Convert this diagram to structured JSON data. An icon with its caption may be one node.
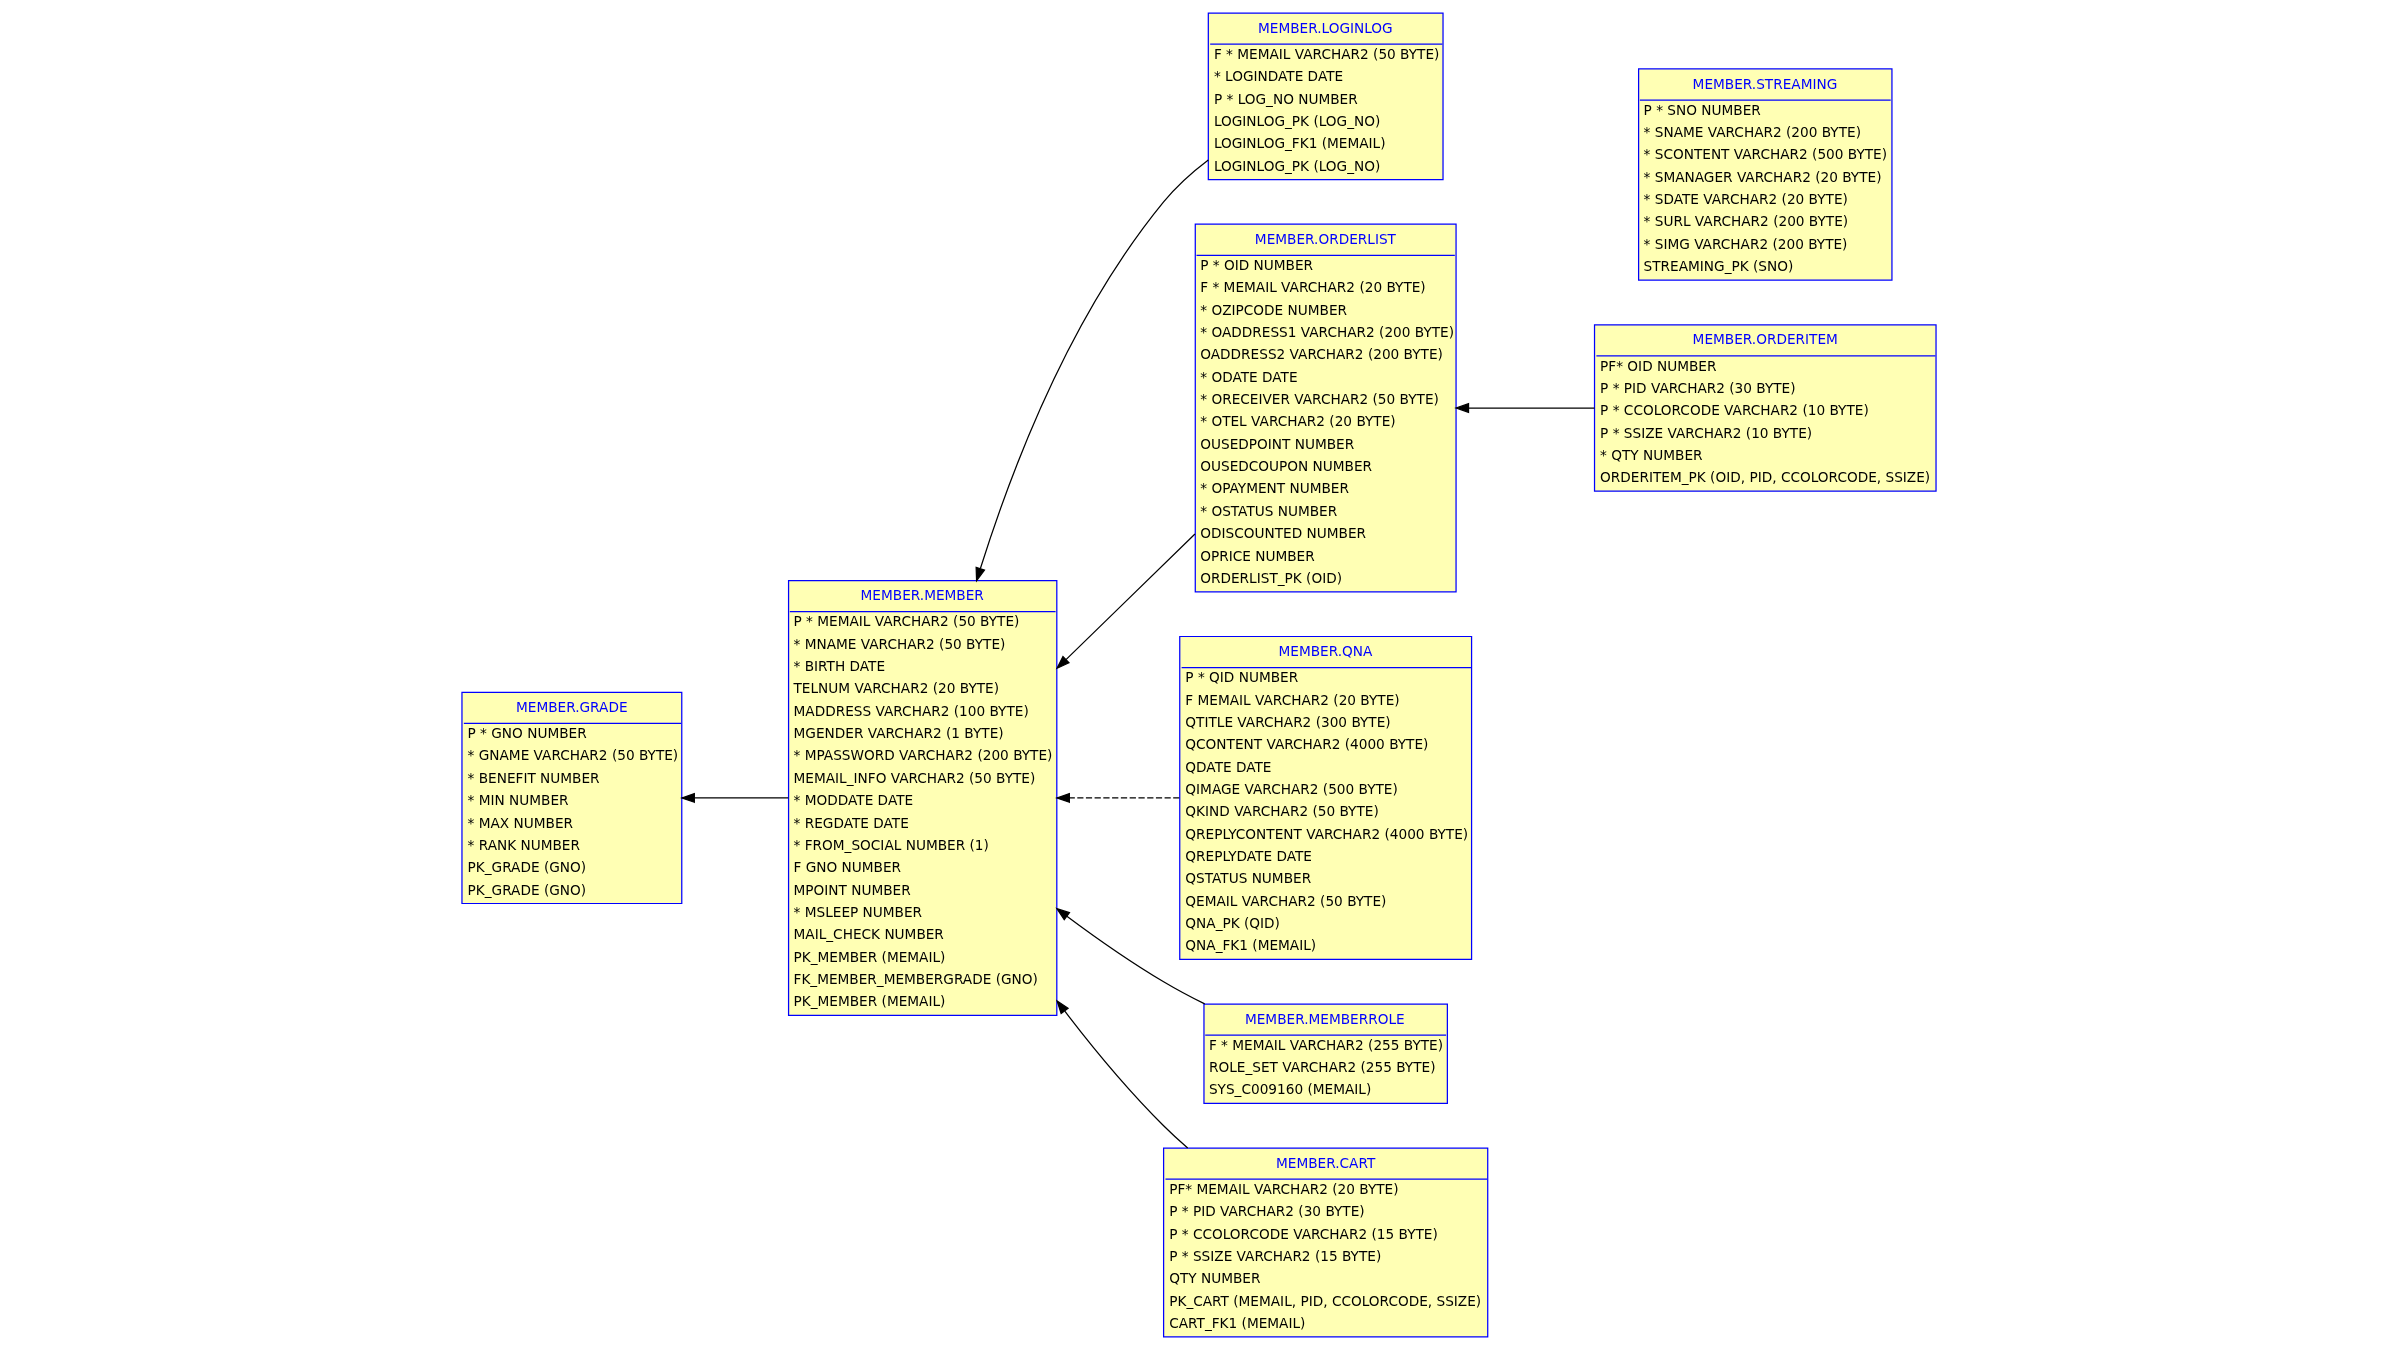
{
  "diagram": {
    "nodes": [
      {
        "text": [
          "MEMBER.LOGINLOG",
          "F * MEMAIL VARCHAR2 (50 BYTE)",
          "* LOGINDATE DATE",
          "P * LOG_NO NUMBER",
          "LOGINLOG_PK (LOG_NO)",
          "LOGINLOG_FK1 (MEMAIL)",
          "LOGINLOG_PK (LOG_NO)"
        ]
      },
      {
        "text": [
          "MEMBER.ORDERLIST",
          "P * OID NUMBER",
          "F * MEMAIL VARCHAR2 (20 BYTE)",
          "* OZIPCODE NUMBER",
          "* OADDRESS1 VARCHAR2 (200 BYTE)",
          "OADDRESS2 VARCHAR2 (200 BYTE)",
          "* ODATE DATE",
          "* ORECEIVER VARCHAR2 (50 BYTE)",
          "* OTEL VARCHAR2 (20 BYTE)",
          "OUSEDPOINT NUMBER",
          "OUSEDCOUPON NUMBER",
          "* OPAYMENT NUMBER",
          "* OSTATUS NUMBER",
          "ODISCOUNTED NUMBER",
          "OPRICE NUMBER",
          "ORDERLIST_PK (OID)"
        ]
      },
      {
        "text": [
          "MEMBER.ORDERITEM",
          "PF* OID NUMBER",
          "P * PID VARCHAR2 (30 BYTE)",
          "P * CCOLORCODE VARCHAR2 (10 BYTE)",
          "P * SSIZE VARCHAR2 (10 BYTE)",
          "* QTY NUMBER",
          "ORDERITEM_PK (OID, PID, CCOLORCODE, SSIZE)"
        ]
      },
      {
        "text": [
          "MEMBER.MEMBER",
          "P * MEMAIL VARCHAR2 (50 BYTE)",
          "* MNAME VARCHAR2 (50 BYTE)",
          "* BIRTH DATE",
          "TELNUM VARCHAR2 (20 BYTE)",
          "MADDRESS VARCHAR2 (100 BYTE)",
          "MGENDER VARCHAR2 (1 BYTE)",
          "* MPASSWORD VARCHAR2 (200 BYTE)",
          "MEMAIL_INFO VARCHAR2 (50 BYTE)",
          "* MODDATE DATE",
          "* REGDATE DATE",
          "* FROM_SOCIAL NUMBER (1)",
          "F GNO NUMBER",
          "MPOINT NUMBER",
          "* MSLEEP NUMBER",
          "MAIL_CHECK NUMBER",
          "PK_MEMBER (MEMAIL)",
          "FK_MEMBER_MEMBERGRADE (GNO)",
          "PK_MEMBER (MEMAIL)"
        ]
      },
      {
        "text": [
          "MEMBER.QNA",
          "P * QID NUMBER",
          "F MEMAIL VARCHAR2 (20 BYTE)",
          "QTITLE VARCHAR2 (300 BYTE)",
          "QCONTENT VARCHAR2 (4000 BYTE)",
          "QDATE DATE",
          "QIMAGE VARCHAR2 (500 BYTE)",
          "QKIND VARCHAR2 (50 BYTE)",
          "QREPLYCONTENT VARCHAR2 (4000 BYTE)",
          "QREPLYDATE DATE",
          "QSTATUS NUMBER",
          "QEMAIL VARCHAR2 (50 BYTE)",
          "QNA_PK (QID)",
          "QNA_FK1 (MEMAIL)"
        ]
      },
      {
        "text": [
          "MEMBER.STREAMING",
          "P * SNO NUMBER",
          "* SNAME VARCHAR2 (200 BYTE)",
          "* SCONTENT VARCHAR2 (500 BYTE)",
          "* SMANAGER VARCHAR2 (20 BYTE)",
          "* SDATE VARCHAR2 (20 BYTE)",
          "* SURL VARCHAR2 (200 BYTE)",
          "* SIMG VARCHAR2 (200 BYTE)",
          "STREAMING_PK (SNO)"
        ]
      },
      {
        "text": [
          "MEMBER.MEMBERROLE",
          "F * MEMAIL VARCHAR2 (255 BYTE)",
          "ROLE_SET VARCHAR2 (255 BYTE)",
          "SYS_C009160 (MEMAIL)"
        ]
      },
      {
        "text": [
          "MEMBER.GRADE",
          "P * GNO NUMBER",
          "* GNAME VARCHAR2 (50 BYTE)",
          "* BENEFIT NUMBER",
          "* MIN NUMBER",
          "* MAX NUMBER",
          "* RANK NUMBER",
          "PK_GRADE (GNO)",
          "PK_GRADE (GNO)"
        ]
      },
      {
        "text": [
          "MEMBER.CART",
          "PF* MEMAIL VARCHAR2 (20 BYTE)",
          "P * PID VARCHAR2 (30 BYTE)",
          "P * CCOLORCODE VARCHAR2 (15 BYTE)",
          "P * SSIZE VARCHAR2 (15 BYTE)",
          "QTY NUMBER",
          "PK_CART (MEMAIL, PID, CCOLORCODE, SSIZE)",
          "CART_FK1 (MEMAIL)"
        ]
      }
    ],
    "edges": [
      {
        "from": 0,
        "to": 3,
        "arrow": "to"
      },
      {
        "from": 6,
        "to": 3,
        "arrow": "to"
      },
      {
        "from": 1,
        "to": 3,
        "arrow": "to"
      },
      {
        "from": 2,
        "to": 1,
        "arrow": "to"
      },
      {
        "from": 4,
        "to": 3,
        "arrow": "to",
        "style": "dashed"
      },
      {
        "from": 8,
        "to": 3,
        "arrow": "to"
      },
      {
        "from": 3,
        "to": 7,
        "arrow": "to"
      }
    ]
  }
}
